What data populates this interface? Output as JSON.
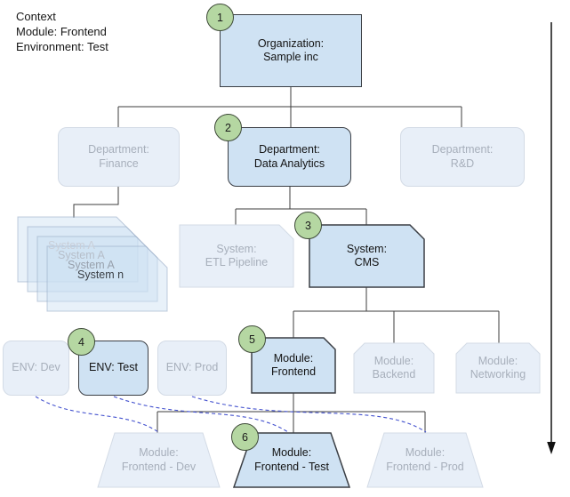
{
  "context": {
    "text": "Context\nModule: Frontend\nEnvironment: Test"
  },
  "colors": {
    "highlight_fill": "#cfe2f3",
    "highlight_border": "#3b3f45",
    "faded_fill": "#e8eff8",
    "faded_border": "#d3dbe6",
    "faded_text": "#a7afbb",
    "step_badge_fill": "#b5d7a2",
    "dashed_link": "#4553cf"
  },
  "nodes": {
    "org": {
      "label": "Organization:\nSample inc",
      "step": "1"
    },
    "dept_finance": {
      "label": "Department:\nFinance"
    },
    "dept_data_analytics": {
      "label": "Department:\nData Analytics",
      "step": "2"
    },
    "dept_rd": {
      "label": "Department:\nR&D"
    },
    "stack": {
      "items": [
        "System A",
        "System A",
        "System A",
        "System n"
      ]
    },
    "sys_etl": {
      "label": "System:\nETL Pipeline"
    },
    "sys_cms": {
      "label": "System:\nCMS",
      "step": "3"
    },
    "env_dev": {
      "label": "ENV: Dev"
    },
    "env_test": {
      "label": "ENV: Test",
      "step": "4"
    },
    "env_prod": {
      "label": "ENV: Prod"
    },
    "mod_frontend": {
      "label": "Module:\nFrontend",
      "step": "5"
    },
    "mod_backend": {
      "label": "Module:\nBackend"
    },
    "mod_networking": {
      "label": "Module:\nNetworking"
    },
    "trap_dev": {
      "label": "Module:\nFrontend - Dev"
    },
    "trap_test": {
      "label": "Module:\nFrontend - Test",
      "step": "6"
    },
    "trap_prod": {
      "label": "Module:\nFrontend - Prod"
    }
  }
}
